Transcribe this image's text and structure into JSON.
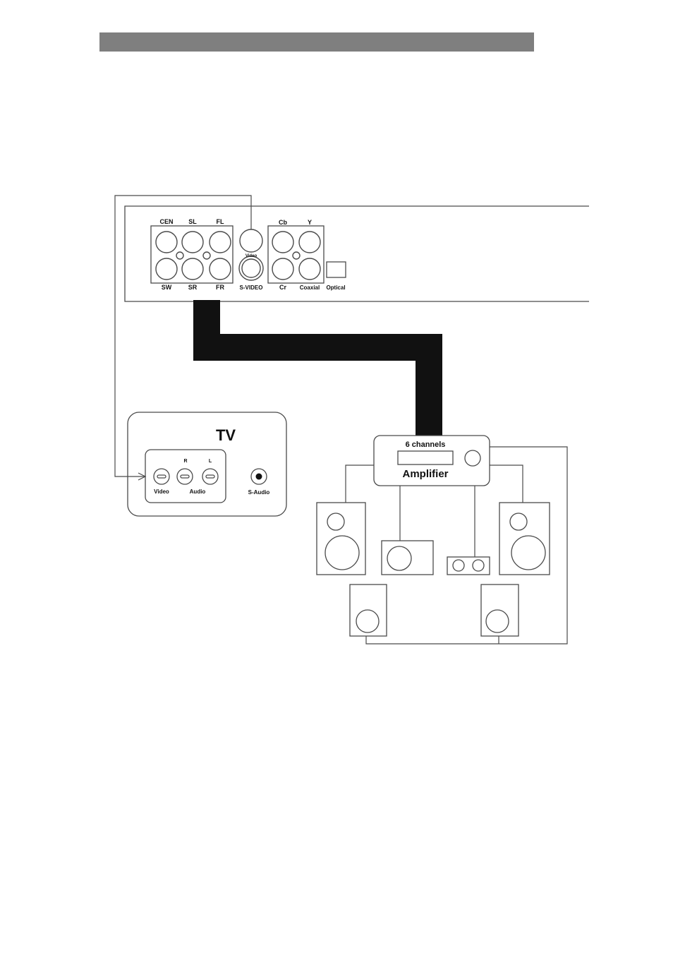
{
  "colors": {
    "header_bar": "#7f7f7f",
    "line": "#4a4a4a",
    "cable": "#111111",
    "jack_fill": "#ffffff"
  },
  "player": {
    "audio_top_labels": [
      "CEN",
      "SL",
      "FL"
    ],
    "audio_bottom_labels": [
      "SW",
      "SR",
      "FR"
    ],
    "video_label": "Video",
    "svideo_label": "S-VIDEO",
    "component_top_labels": [
      "Cb",
      "Y"
    ],
    "component_bottom_labels": [
      "Cr",
      "Coaxial"
    ],
    "optical_label": "Optical"
  },
  "tv": {
    "title": "TV",
    "r_label": "R",
    "l_label": "L",
    "video_label": "Video",
    "audio_label": "Audio",
    "saudio_label": "S-Audio"
  },
  "amplifier": {
    "channels_label": "6 channels",
    "name": "Amplifier"
  }
}
